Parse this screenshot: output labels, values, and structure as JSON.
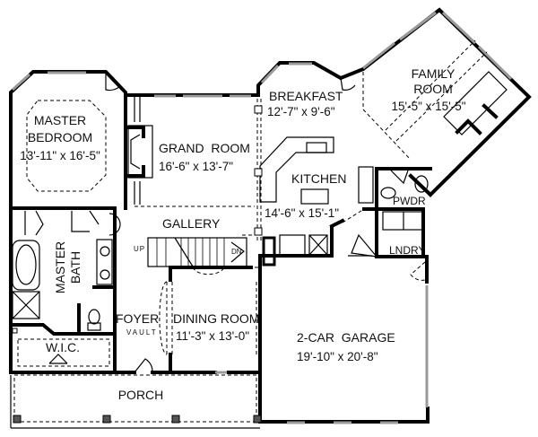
{
  "plan": {
    "rooms": [
      {
        "id": "master-bedroom",
        "name_line1": "MASTER",
        "name_line2": "BEDROOM",
        "dims": "13'-11\" x 16'-5\""
      },
      {
        "id": "grand-room",
        "name": "GRAND  ROOM",
        "dims": "16'-6\" x 13'-7\""
      },
      {
        "id": "breakfast",
        "name": "BREAKFAST",
        "dims": "12'-7\" x 9'-6\""
      },
      {
        "id": "family-room",
        "name_line1": "FAMILY",
        "name_line2": "ROOM",
        "dims": "15'-5\" x 15'-5\""
      },
      {
        "id": "kitchen",
        "name": "KITCHEN",
        "dims": "14'-6\" x 15'-1\""
      },
      {
        "id": "pwdr",
        "name": "PWDR"
      },
      {
        "id": "lndry",
        "name": "LNDRY"
      },
      {
        "id": "gallery",
        "name": "GALLERY"
      },
      {
        "id": "master-bath",
        "name_line1": "MASTER",
        "name_line2": "BATH"
      },
      {
        "id": "wic",
        "name": "W.I.C."
      },
      {
        "id": "foyer",
        "name": "FOYER",
        "note": "VAULT"
      },
      {
        "id": "dining-room",
        "name": "DINING ROOM",
        "dims": "11'-3\" x 13'-0\""
      },
      {
        "id": "garage",
        "name": "2-CAR  GARAGE",
        "dims": "19'-10\" x 20'-8\""
      },
      {
        "id": "porch",
        "name": "PORCH"
      }
    ],
    "stairs": {
      "up_label": "UP",
      "down_label": "DN"
    }
  }
}
